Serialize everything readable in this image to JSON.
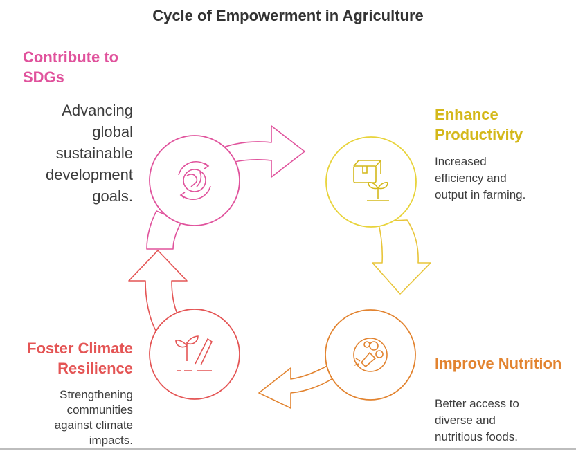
{
  "title": "Cycle of Empowerment in Agriculture",
  "stages": {
    "sdgs": {
      "label_line1": "Contribute to",
      "label_line2": "SDGs",
      "desc": [
        "Advancing",
        "global",
        "sustainable",
        "development",
        "goals."
      ],
      "icon": "globe-recycle-icon",
      "color": "#e0529c"
    },
    "productivity": {
      "label_line1": "Enhance",
      "label_line2": "Productivity",
      "desc": [
        "Increased",
        "efficiency and",
        "output in farming."
      ],
      "icon": "box-sprout-icon",
      "color": "#e8d33a"
    },
    "nutrition": {
      "label_line1": "Improve Nutrition",
      "desc": [
        "Better access to",
        "diverse and",
        "nutritious foods."
      ],
      "icon": "vegetables-icon",
      "color": "#e2832f"
    },
    "climate": {
      "label_line1": "Foster Climate",
      "label_line2": "Resilience",
      "desc": [
        "Strengthening",
        "communities",
        "against climate",
        "impacts."
      ],
      "icon": "plant-shield-icon",
      "color": "#e45555"
    }
  }
}
